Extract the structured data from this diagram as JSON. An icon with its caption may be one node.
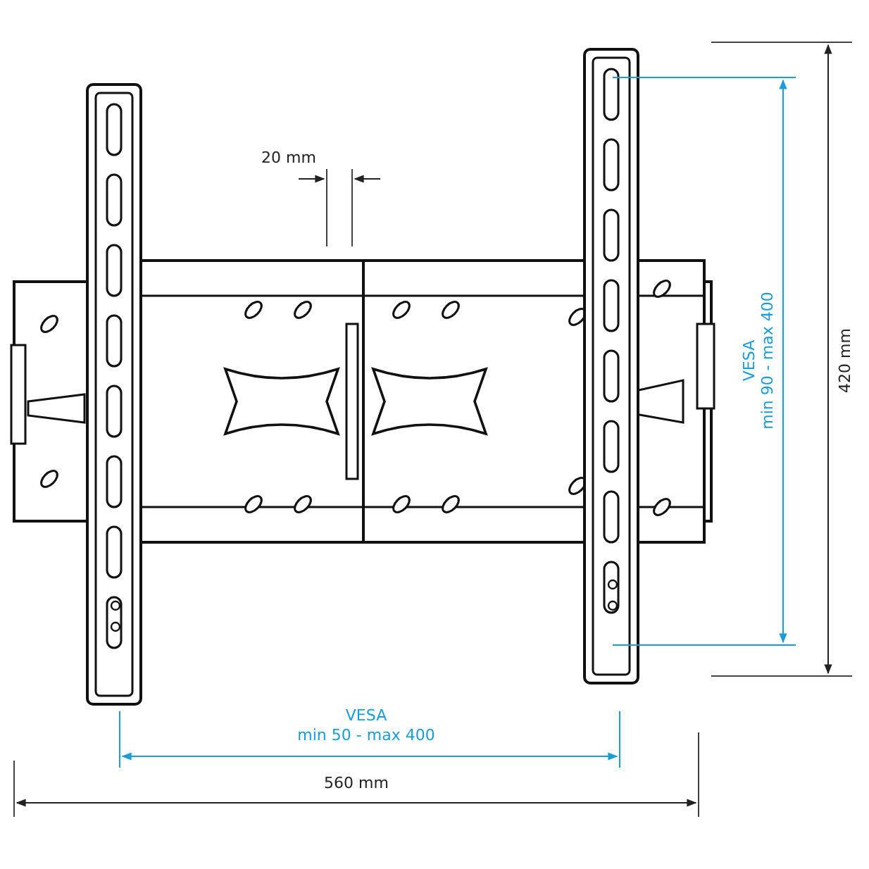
{
  "diagram": {
    "labels": [
      "20 mm",
      "VESA",
      "min 90 - max 400",
      "420 mm",
      "VESA",
      "min 50 - max 400",
      "560 mm"
    ]
  }
}
